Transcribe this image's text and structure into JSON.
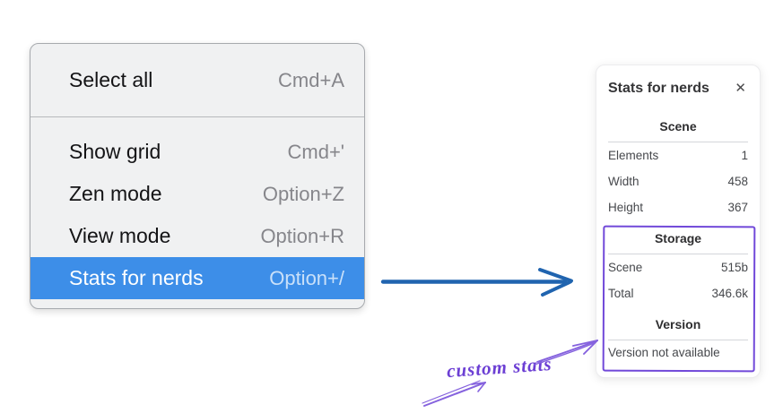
{
  "menu": {
    "groups": [
      {
        "items": [
          {
            "label": "Select all",
            "shortcut": "Cmd+A",
            "highlighted": false
          }
        ]
      },
      {
        "items": [
          {
            "label": "Show grid",
            "shortcut": "Cmd+'",
            "highlighted": false
          },
          {
            "label": "Zen mode",
            "shortcut": "Option+Z",
            "highlighted": false
          },
          {
            "label": "View mode",
            "shortcut": "Option+R",
            "highlighted": false
          },
          {
            "label": "Stats for nerds",
            "shortcut": "Option+/",
            "highlighted": true
          }
        ]
      }
    ]
  },
  "stats_panel": {
    "title": "Stats for nerds",
    "close_icon": "✕",
    "sections": [
      {
        "header": "Scene",
        "rows": [
          {
            "label": "Elements",
            "value": "1"
          },
          {
            "label": "Width",
            "value": "458"
          },
          {
            "label": "Height",
            "value": "367"
          }
        ]
      },
      {
        "header": "Storage",
        "rows": [
          {
            "label": "Scene",
            "value": "515b"
          },
          {
            "label": "Total",
            "value": "346.6k"
          }
        ]
      },
      {
        "header": "Version",
        "note": "Version not available"
      }
    ]
  },
  "annotation": {
    "label": "custom stats"
  },
  "colors": {
    "menu_highlight": "#3d8ee8",
    "flow_arrow_blue": "#2064af",
    "annotation_purple": "#7149d9"
  }
}
